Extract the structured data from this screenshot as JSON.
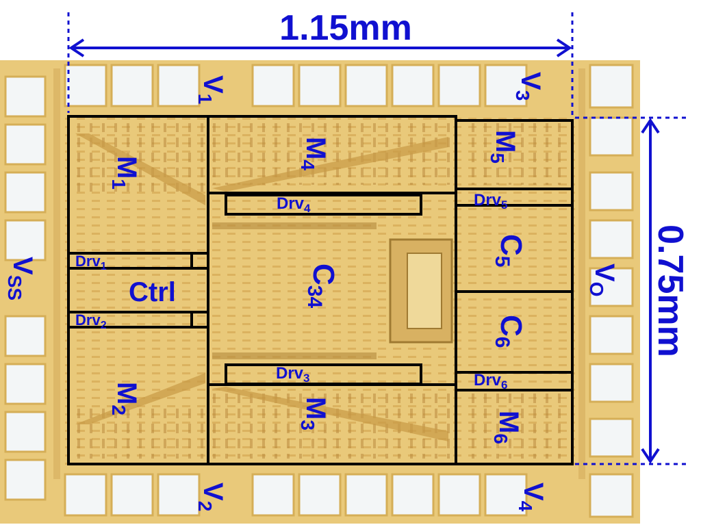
{
  "dimensions": {
    "width_label": "1.15mm",
    "height_label": "0.75mm"
  },
  "pins": {
    "v1": {
      "main": "V",
      "sub": "1"
    },
    "v2": {
      "main": "V",
      "sub": "2"
    },
    "v3": {
      "main": "V",
      "sub": "3"
    },
    "v4": {
      "main": "V",
      "sub": "4"
    },
    "vss": {
      "main": "V",
      "sub": "SS"
    },
    "vo": {
      "main": "V",
      "sub": "O"
    }
  },
  "blocks": {
    "m1": {
      "main": "M",
      "sub": "1"
    },
    "m2": {
      "main": "M",
      "sub": "2"
    },
    "m3": {
      "main": "M",
      "sub": "3"
    },
    "m4": {
      "main": "M",
      "sub": "4"
    },
    "m5": {
      "main": "M",
      "sub": "5"
    },
    "m6": {
      "main": "M",
      "sub": "6"
    },
    "c34": {
      "main": "C",
      "sub": "34"
    },
    "c5": {
      "main": "C",
      "sub": "5"
    },
    "c6": {
      "main": "C",
      "sub": "6"
    },
    "ctrl": "Ctrl",
    "drv1": {
      "main": "Drv",
      "sub": "1"
    },
    "drv2": {
      "main": "Drv",
      "sub": "2"
    },
    "drv3": {
      "main": "Drv",
      "sub": "3"
    },
    "drv4": {
      "main": "Drv",
      "sub": "4"
    },
    "drv5": {
      "main": "Drv",
      "sub": "5"
    },
    "drv6": {
      "main": "Drv",
      "sub": "6"
    }
  },
  "colors": {
    "die": "#e9c97a",
    "die_light": "#f1d996",
    "metal": "#caa34d",
    "pad": "#f3f6f7",
    "pad_ring": "#d5ae57",
    "annotation": "#1010d0",
    "block_outline": "#000000"
  }
}
